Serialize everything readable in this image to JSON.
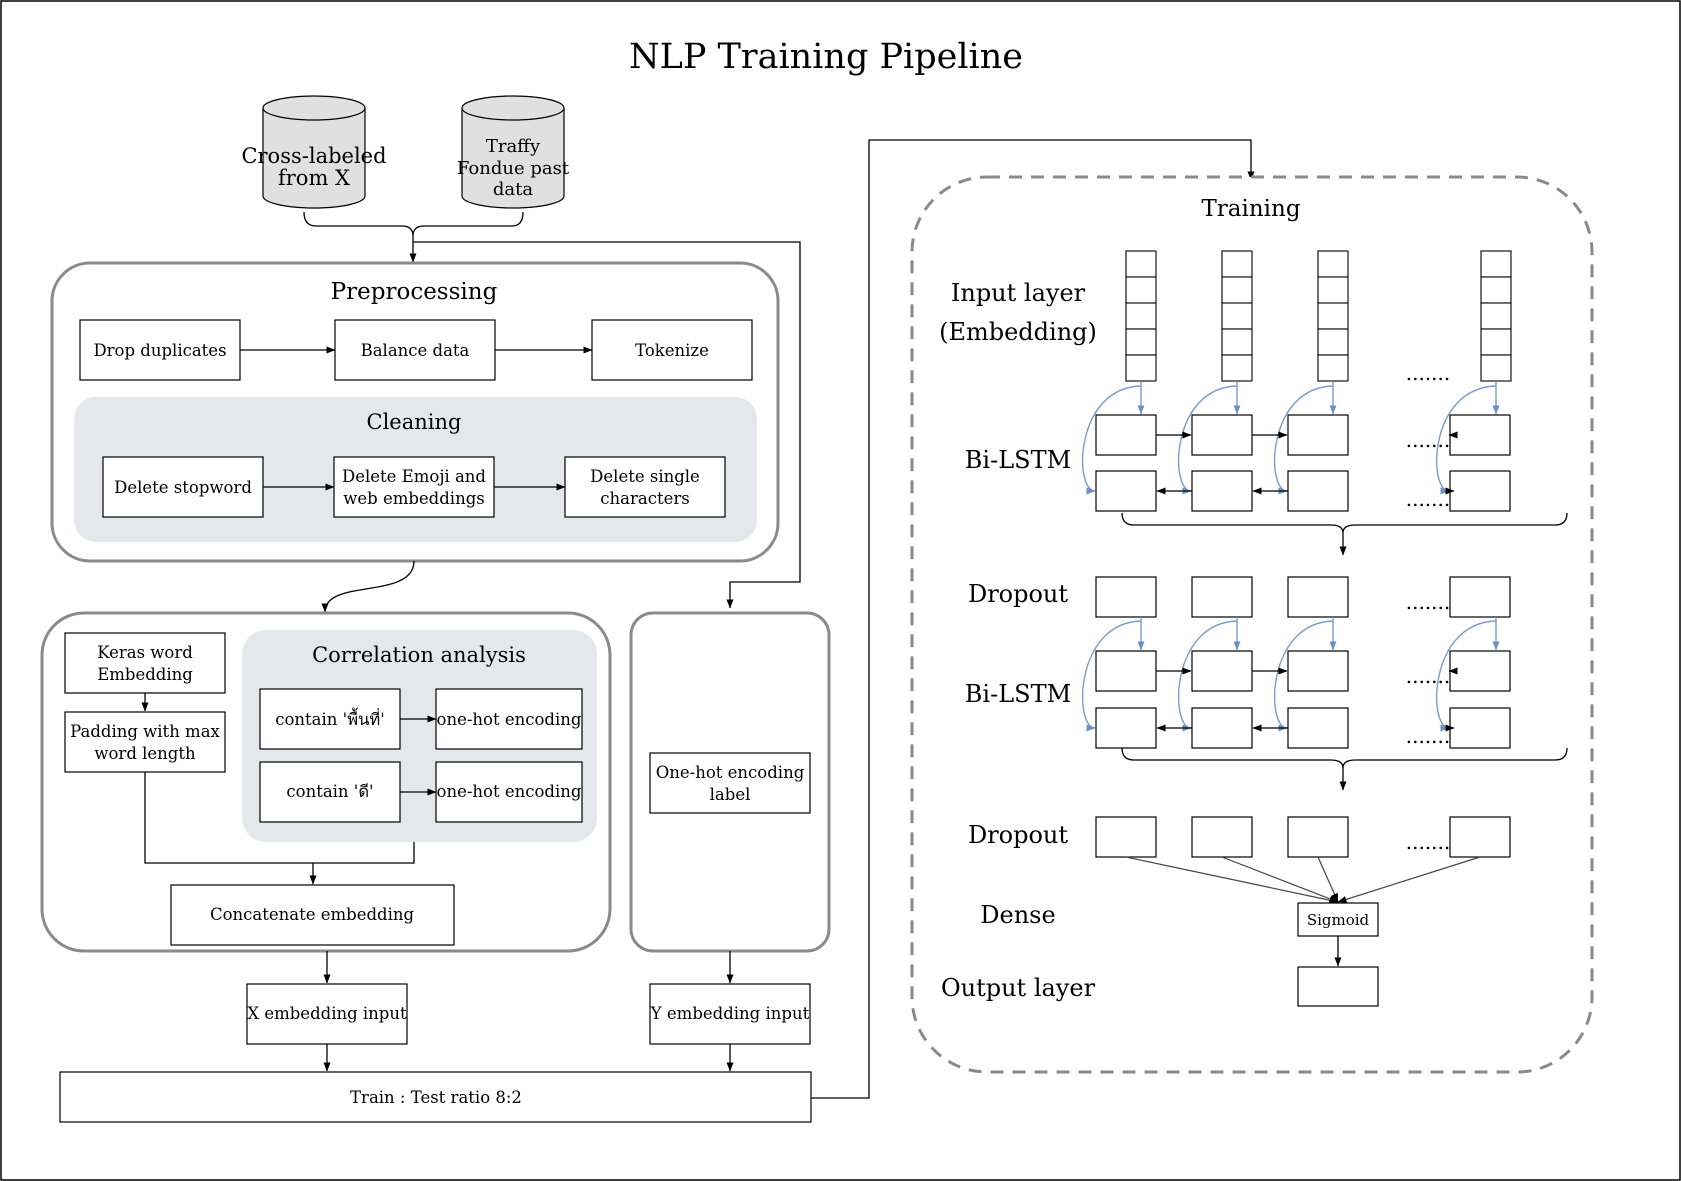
{
  "title": "NLP Training Pipeline",
  "sources": {
    "cross_labeled": [
      "Cross-labeled",
      "from X"
    ],
    "traffy": [
      "Traffy",
      "Fondue past",
      "data"
    ]
  },
  "preprocessing": {
    "title": "Preprocessing",
    "steps": [
      "Drop duplicates",
      "Balance data",
      "Tokenize"
    ],
    "cleaning": {
      "title": "Cleaning",
      "steps": [
        [
          "Delete stopword"
        ],
        [
          "Delete Emoji and",
          "web embeddings"
        ],
        [
          "Delete single",
          "characters"
        ]
      ]
    }
  },
  "embedding": {
    "keras": [
      "Keras word",
      "Embedding"
    ],
    "padding": [
      "Padding with max",
      "word length"
    ],
    "correlation": {
      "title": "Correlation analysis",
      "rows": [
        {
          "condition": "contain 'พื้นที่'",
          "encoding": "one-hot encoding"
        },
        {
          "condition": "contain 'ดี'",
          "encoding": "one-hot encoding"
        }
      ]
    },
    "concatenate": "Concatenate embedding"
  },
  "label": [
    "One-hot encoding",
    "label"
  ],
  "x_input": "X embedding input",
  "y_input": "Y embedding input",
  "split": "Train : Test ratio 8:2",
  "training": {
    "title": "Training",
    "layers": {
      "input": [
        "Input layer",
        "(Embedding)"
      ],
      "bilstm1": "Bi-LSTM",
      "dropout1": "Dropout",
      "bilstm2": "Bi-LSTM",
      "dropout2": "Dropout",
      "dense": "Dense",
      "output": "Output layer"
    },
    "ellipsis": ".......",
    "activation": "Sigmoid"
  },
  "colors": {
    "panel_border": "#8a8a8a",
    "subpanel_fill": "#e4e8ec",
    "recurrent_arrow": "#7b9bc9"
  }
}
